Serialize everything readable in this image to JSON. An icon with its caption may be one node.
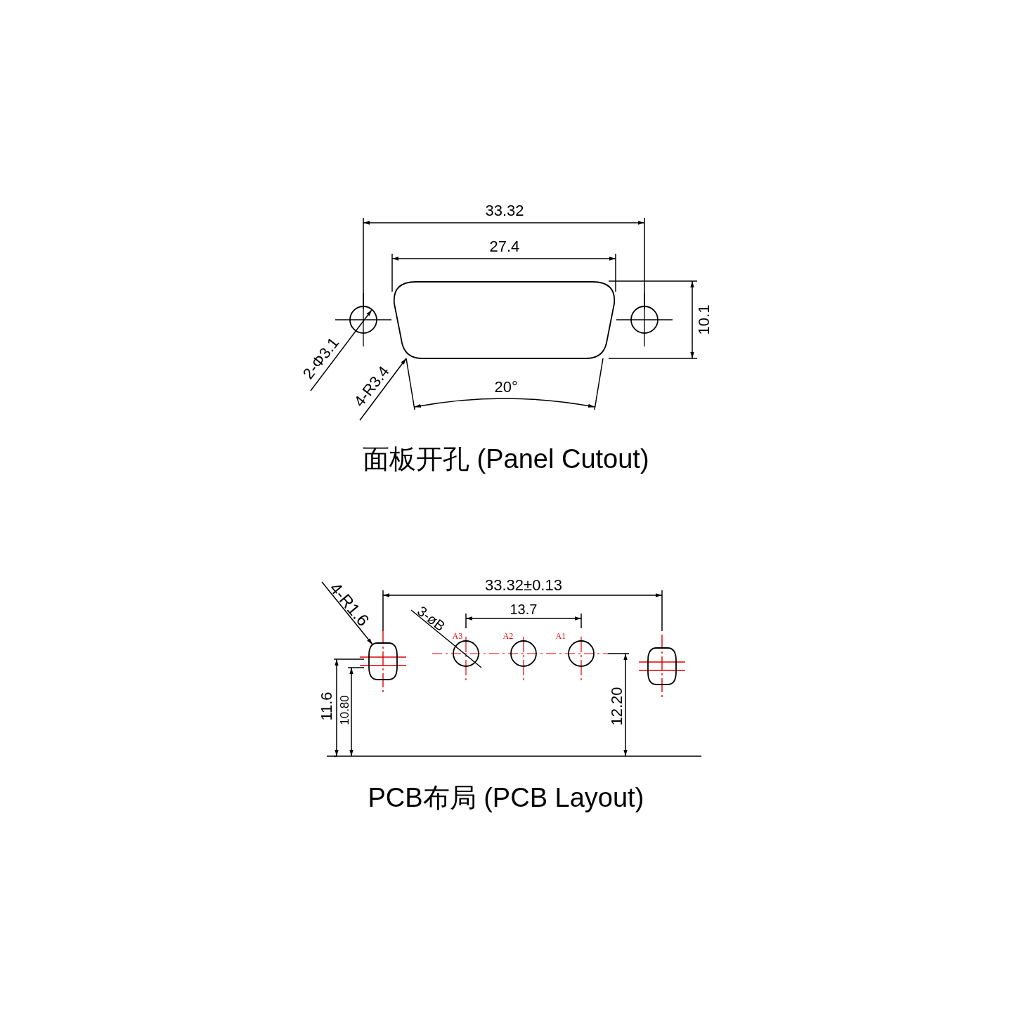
{
  "diagram": {
    "nodes": [
      {
        "text": [
          "2-Φ3.1"
        ]
      },
      {
        "text": [],
        "shape": "circle"
      },
      {
        "text": [
          "4-R3.4"
        ]
      },
      {
        "text": [],
        "shape": "box"
      },
      {
        "text": [],
        "shape": "circle"
      },
      {
        "text": [
          "4-R1.6"
        ]
      },
      {
        "text": [],
        "shape": "box"
      },
      {
        "text": [
          "3-øB"
        ]
      },
      {
        "text": [],
        "shape": "circle"
      },
      {
        "text": [],
        "shape": "circle"
      },
      {
        "text": [],
        "shape": "circle"
      },
      {
        "text": [],
        "shape": "box"
      }
    ],
    "edges": [
      {
        "from": 0,
        "to": 1,
        "arrow": "to"
      },
      {
        "from": 2,
        "to": 3,
        "arrow": "to"
      },
      {
        "from": 5,
        "to": 6,
        "arrow": "to"
      },
      {
        "from": 7,
        "to": 8,
        "arrow": "none"
      }
    ],
    "labels": [
      "33.32",
      "27.4",
      "10.1",
      "20°",
      "面板开孔 (Panel Cutout)",
      "33.32±0.13",
      "13.7",
      "A3",
      "A2",
      "A1",
      "11.6",
      "10.80",
      "12.20",
      "PCB布局 (PCB Layout)"
    ]
  }
}
